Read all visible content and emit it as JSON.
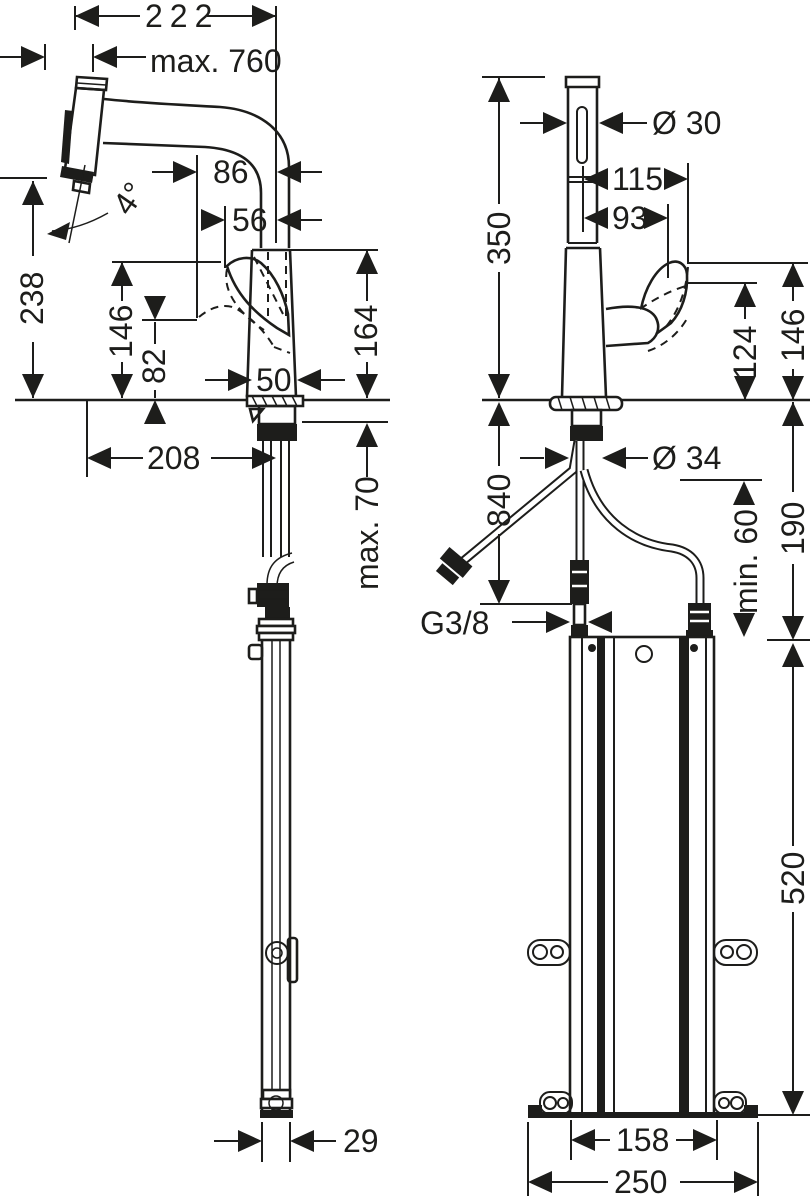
{
  "drawing": {
    "type": "faucet installation dimensional drawing",
    "units": "mm",
    "line_color": "#1d1d1b",
    "background": "#ffffff",
    "side_view": {
      "dims": {
        "spout_reach_top": "222",
        "pullout_max": "max. 760",
        "handle_reach_down": "86",
        "handle_reach_up": "56",
        "head_angle": "4°",
        "outlet_height": "238",
        "handle_height": "146",
        "body_clearance": "82",
        "body_width": "50",
        "spout_outlet_height": "164",
        "projection": "208",
        "deck_thickness_max": "max. 70",
        "hose_column_width": "29"
      }
    },
    "front_view": {
      "dims": {
        "column_diameter": "Ø 30",
        "handle_tip_offset": "115",
        "handle_pivot_offset": "93",
        "spout_height": "350",
        "handle_low_height": "124",
        "handle_high_height": "146",
        "hose_length": "840",
        "shank_diameter": "Ø 34",
        "thread": "G3/8",
        "hose_clearance_min": "min. 60",
        "deck_to_box": "190",
        "box_height": "520",
        "box_stud_spacing": "158",
        "baseplate_width": "250"
      }
    }
  }
}
